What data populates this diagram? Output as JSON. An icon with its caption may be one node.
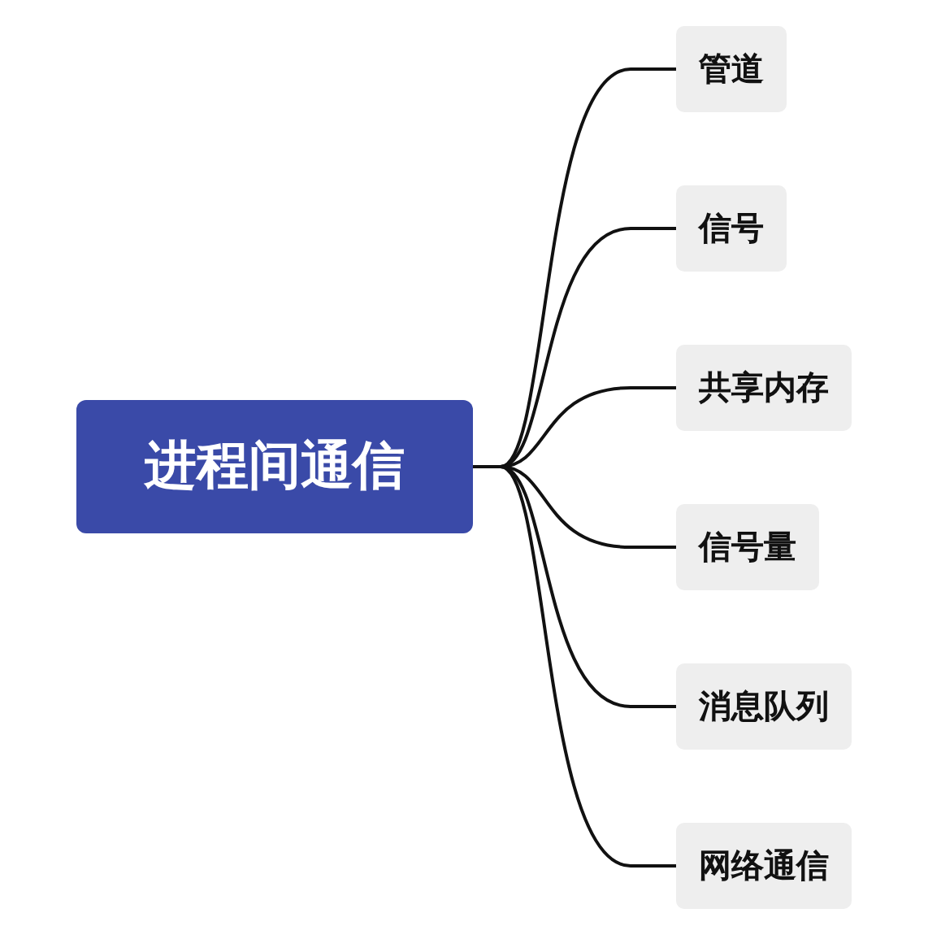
{
  "diagram": {
    "nodes": [
      {
        "text": [
          "进程间通信"
        ]
      },
      {
        "text": [
          "管道"
        ]
      },
      {
        "text": [
          "信号"
        ]
      },
      {
        "text": [
          "共享内存"
        ]
      },
      {
        "text": [
          "信号量"
        ]
      },
      {
        "text": [
          "消息队列"
        ]
      },
      {
        "text": [
          "网络通信"
        ]
      }
    ],
    "edges": [
      {
        "from": 0,
        "to": 1,
        "arrow": "none"
      },
      {
        "from": 0,
        "to": 2,
        "arrow": "none"
      },
      {
        "from": 0,
        "to": 3,
        "arrow": "none"
      },
      {
        "from": 0,
        "to": 4,
        "arrow": "none"
      },
      {
        "from": 0,
        "to": 5,
        "arrow": "none"
      },
      {
        "from": 0,
        "to": 6,
        "arrow": "none"
      }
    ]
  }
}
